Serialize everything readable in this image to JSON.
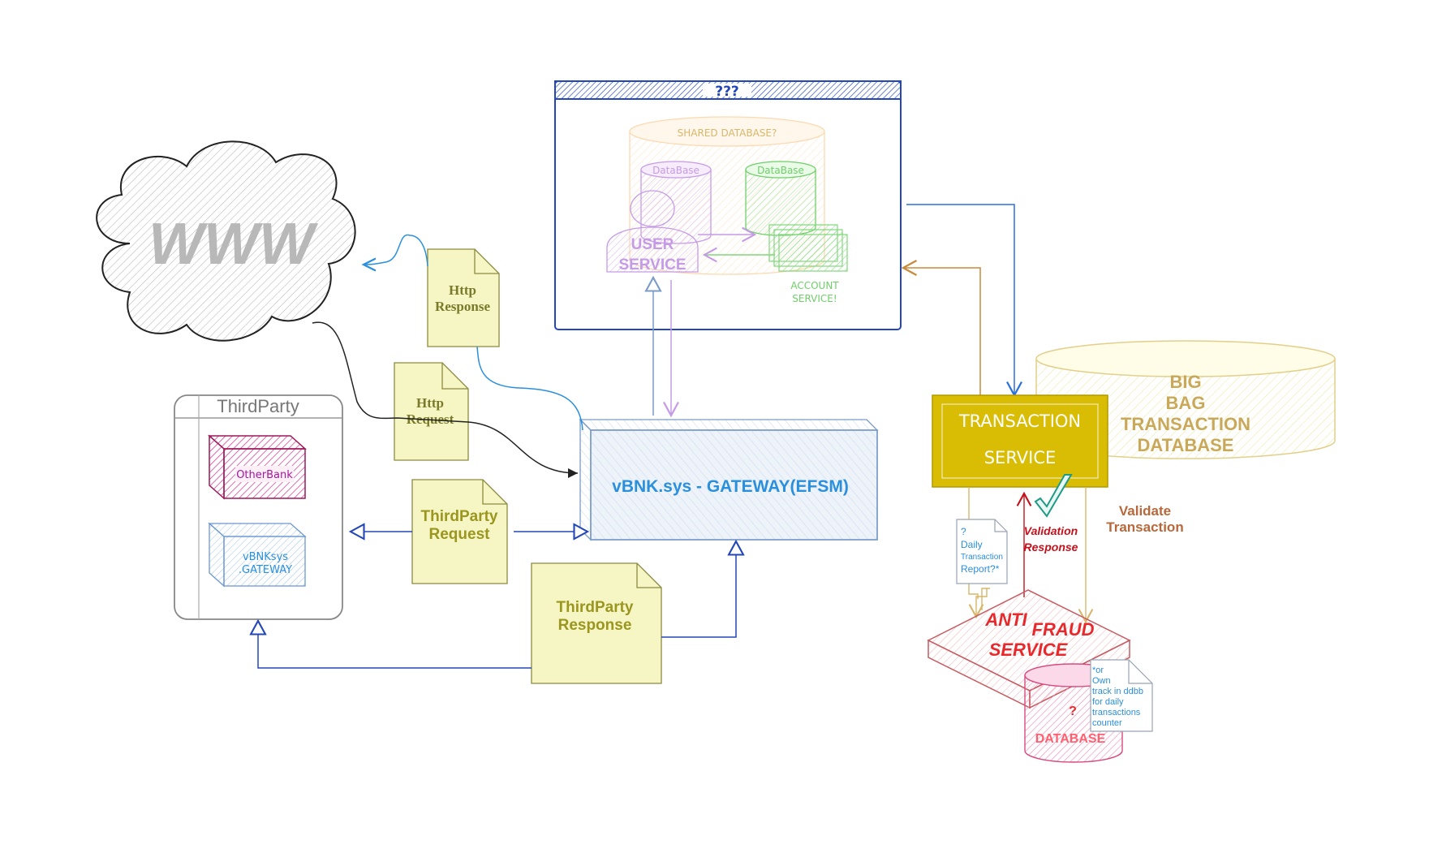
{
  "colors": {
    "blue_frame": "#2447b8",
    "gateway_fill": "#e6eef8",
    "gateway_text": "#2a8fdc",
    "note_fill": "#f6f5c4",
    "note_text_olive": "#8c8a23",
    "note_text_dark": "#7a7a2a",
    "transaction_fill": "#d8bd04",
    "bigbag_text": "#c9a85a",
    "antifraud_text": "#e8282a",
    "purple": "#c69be6",
    "green": "#7fd77a",
    "pink": "#d11d86",
    "validation_red": "#c4121c",
    "validate_brown": "#b8683a",
    "cyan_text": "#2a8fdc"
  },
  "icons": {
    "cloud": "cloud-icon",
    "database": "database-icon",
    "note": "note-icon",
    "checkmark": "checkmark-icon",
    "user": "user-icon"
  },
  "www": {
    "label": "WWW"
  },
  "third_party": {
    "title": "ThirdParty",
    "other_bank": "OtherBank",
    "vbnk_gateway_line1": "vBNKsys",
    "vbnk_gateway_line2": ".GATEWAY"
  },
  "gateway": {
    "label": "vBNK.sys - GATEWAY(EFSM)"
  },
  "notes": {
    "http_response_line1": "Http",
    "http_response_line2": "Response",
    "http_request_line1": "Http",
    "http_request_line2": "Request",
    "tp_request_line1": "ThirdParty",
    "tp_request_line2": "Request",
    "tp_response_line1": "ThirdParty",
    "tp_response_line2": "Response"
  },
  "unknown_box": {
    "title": "???",
    "shared_db": "SHARED DATABASE?",
    "db_left": "DataBase",
    "db_right": "DataBase",
    "user_service_line1": "USER",
    "user_service_line2": "SERVICE",
    "account_service_line1": "ACCOUNT",
    "account_service_line2": "SERVICE!"
  },
  "transaction": {
    "line1": "TRANSACTION",
    "line2": "SERVICE"
  },
  "big_bag": {
    "line1": "BIG",
    "line2": "BAG",
    "line3": "TRANSACTION",
    "line4": "DATABASE"
  },
  "labels": {
    "validate_line1": "Validate",
    "validate_line2": "Transaction",
    "validation_line1": "Validation",
    "validation_line2": "Response"
  },
  "daily_note": {
    "line1": "?",
    "line2": "Daily",
    "line3": "Transaction",
    "line4": "Report?*"
  },
  "antifraud": {
    "line1": "ANTI",
    "line2": "FRAUD",
    "line3": "SERVICE"
  },
  "fraud_db": {
    "mark": "?",
    "label": "DATABASE"
  },
  "own_track_note": {
    "line1": "*or",
    "line2": "Own",
    "line3": "track in ddbb",
    "line4": "for daily",
    "line5": "transactions",
    "line6": "counter"
  }
}
